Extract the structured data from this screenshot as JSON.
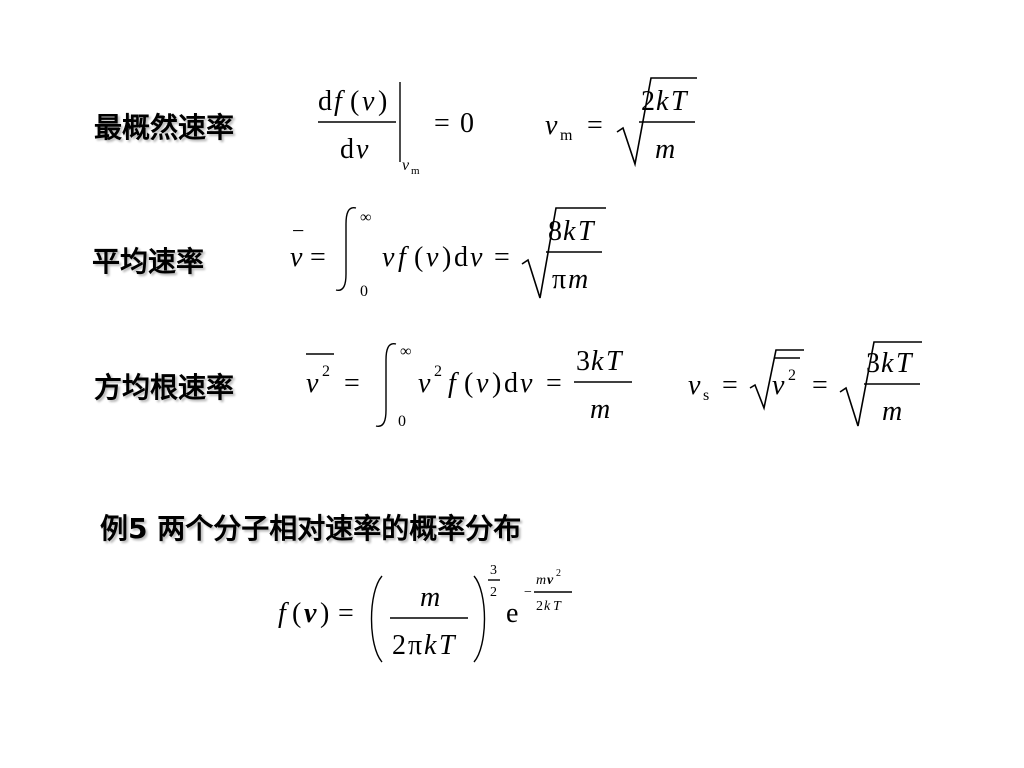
{
  "labels": {
    "most_probable": "最概然速率",
    "average": "平均速率",
    "rms": "方均根速率",
    "example": "例5 两个分子相对速率的概率分布"
  },
  "symbols": {
    "d": "d",
    "f": "f",
    "v": "v",
    "m": "m",
    "k": "k",
    "T": "T",
    "lp": "(",
    "rp": ")",
    "eq": "=",
    "zero": "0",
    "two": "2",
    "three": "3",
    "eight": "8",
    "pi": "π",
    "inf": "∞",
    "sub_m": "m",
    "sub_s": "s",
    "e": "e",
    "minus": "−",
    "bar": "−"
  },
  "colors": {
    "text": "#000000",
    "background": "#ffffff"
  }
}
